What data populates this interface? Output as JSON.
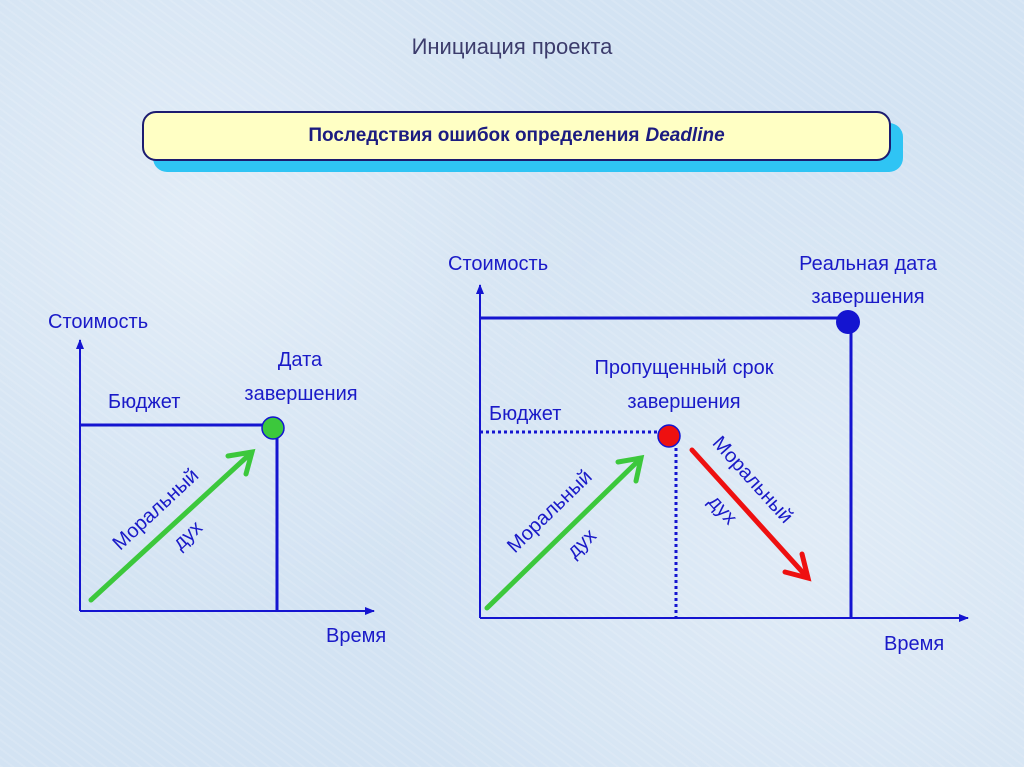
{
  "slide": {
    "title": "Инициация проекта",
    "banner": {
      "text": "Последствия ошибок определения",
      "emphasis": "Deadline"
    }
  },
  "left_diagram": {
    "y_axis_label": "Стоимость",
    "x_axis_label": "Время",
    "budget_label": "Бюджет",
    "completion_label_line1": "Дата",
    "completion_label_line2": "завершения",
    "morale_label_line1": "Моральный",
    "morale_label_line2": "дух"
  },
  "right_diagram": {
    "y_axis_label": "Стоимость",
    "x_axis_label": "Время",
    "budget_label": "Бюджет",
    "real_date_line1": "Реальная дата",
    "real_date_line2": "завершения",
    "missed_line1": "Пропущенный срок",
    "missed_line2": "завершения",
    "morale_up_line1": "Моральный",
    "morale_up_line2": "дух",
    "morale_down_line1": "Моральный",
    "morale_down_line2": "дух"
  },
  "colors": {
    "line": "#1414d0",
    "green": "#3cc83c",
    "red": "#ee1010",
    "text": "#1a1ac8"
  }
}
